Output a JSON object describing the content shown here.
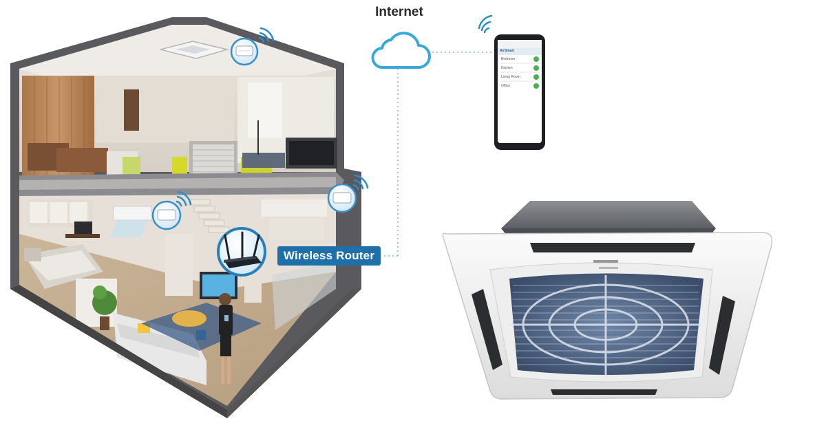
{
  "diagram": {
    "internet_label": "Internet",
    "router_label": "Wireless Router",
    "icons": [
      "cloud-icon",
      "wifi-icon",
      "smartphone",
      "air-purifier-unit",
      "wireless-router",
      "ceiling-cassette-ac"
    ],
    "colors": {
      "cloud": "#3aa8d8",
      "router_label_bg": "#1f6fa8",
      "wifi": "#2a8fc9",
      "dotted_line": "#9ccbe0",
      "phone_toggle": "#4caf50"
    }
  },
  "phone": {
    "app_title": "AirSmart",
    "devices": [
      {
        "name": "Bedroom"
      },
      {
        "name": "Kitchen"
      },
      {
        "name": "Living Room"
      },
      {
        "name": "Office"
      }
    ]
  }
}
